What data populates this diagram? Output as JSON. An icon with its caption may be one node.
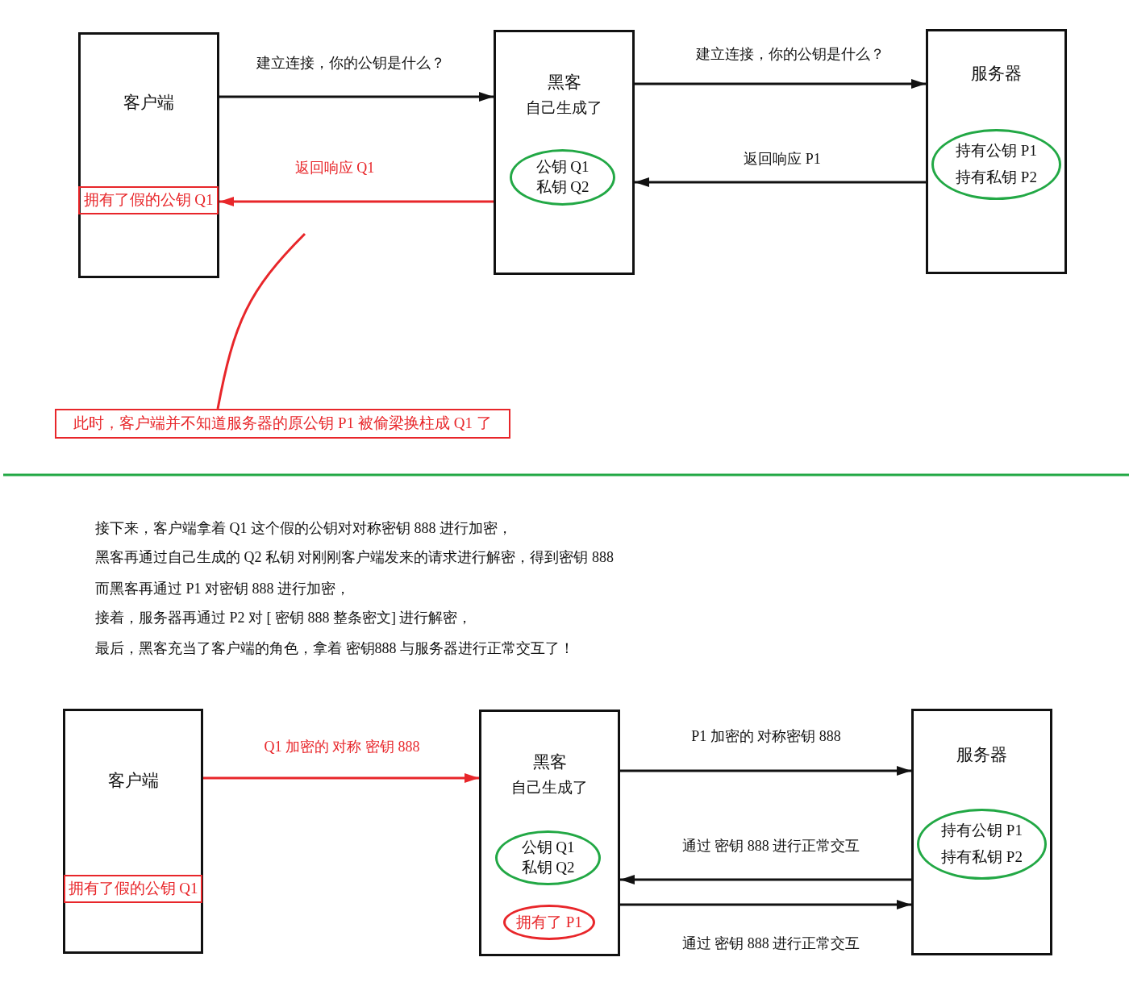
{
  "diagram": {
    "nodes": [
      {
        "text": [
          "客户端"
        ]
      },
      {
        "text": [
          "拥有了假的公钥 Q1"
        ],
        "in": 0
      },
      {
        "text": [
          "黑客",
          "自己生成了"
        ]
      },
      {
        "text": [
          "公钥 Q1",
          "私钥 Q2"
        ],
        "in": 2
      },
      {
        "text": [
          "服务器"
        ]
      },
      {
        "text": [
          "持有公钥 P1",
          "持有私钥 P2"
        ],
        "in": 4
      },
      {
        "text": [
          "此时，客户端并不知道服务器的原公钥 P1 被偷梁换柱成 Q1 了"
        ]
      },
      {
        "text": [
          "客户端"
        ]
      },
      {
        "text": [
          "拥有了假的公钥 Q1"
        ],
        "in": 7
      },
      {
        "text": [
          "黑客",
          "自己生成了"
        ]
      },
      {
        "text": [
          "公钥 Q1",
          "私钥 Q2"
        ],
        "in": 9
      },
      {
        "text": [
          "拥有了 P1"
        ],
        "in": 9
      },
      {
        "text": [
          "服务器"
        ]
      },
      {
        "text": [
          "持有公钥 P1",
          "持有私钥 P2"
        ],
        "in": 12
      }
    ],
    "edges": [
      {
        "from": 0,
        "to": 2,
        "arrow": "to",
        "label": "建立连接，你的公钥是什么？"
      },
      {
        "from": 2,
        "to": 4,
        "arrow": "to",
        "label": "建立连接，你的公钥是什么？"
      },
      {
        "from": 4,
        "to": 2,
        "arrow": "to",
        "label": "返回响应 P1"
      },
      {
        "from": 2,
        "to": 0,
        "arrow": "to",
        "label": "返回响应 Q1",
        "color": "#e8262a"
      },
      {
        "from": 6,
        "to": null,
        "arrow": "none",
        "color": "#e8262a"
      },
      {
        "from": 7,
        "to": 9,
        "arrow": "to",
        "label": "Q1 加密的 对称 密钥 888",
        "color": "#e8262a"
      },
      {
        "from": 9,
        "to": 12,
        "arrow": "to",
        "label": "P1 加密的 对称密钥 888"
      },
      {
        "from": 12,
        "to": 9,
        "arrow": "to",
        "label": "通过 密钥 888 进行正常交互"
      },
      {
        "from": 9,
        "to": 12,
        "arrow": "to",
        "label": "通过 密钥 888 进行正常交互"
      }
    ],
    "labels": [
      "接下来，客户端拿着 Q1 这个假的公钥对对称密钥 888 进行加密，",
      "黑客再通过自己生成的 Q2 私钥 对刚刚客户端发来的请求进行解密，得到密钥 888",
      "而黑客再通过 P1 对密钥 888 进行加密，",
      "接着，服务器再通过 P2 对 [ 密钥 888 整条密文] 进行解密，",
      "最后，黑客充当了客户端的角色，拿着 密钥888 与服务器进行正常交互了！"
    ]
  }
}
